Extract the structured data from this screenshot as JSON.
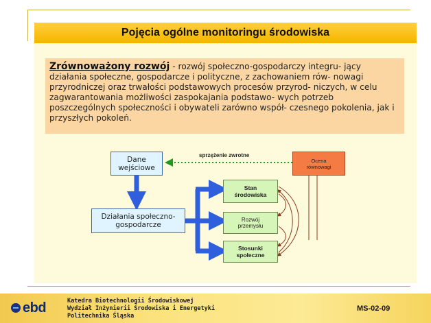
{
  "slide": {
    "title": "Pojęcia ogólne monitoringu środowiska",
    "definition": {
      "term": "Zrównoważony rozwój",
      "body": " - rozwój społeczno-gospodarczy integru- jący działania społeczne, gospodarcze i polityczne, z zachowaniem rów- nowagi przyrodniczej oraz trwałości podstawowych procesów przyrod- niczych, w celu zagwarantowania możliwości zaspokajania podstawo- wych potrzeb poszczególnych społeczności i obywateli zarówno współ- czesnego pokolenia, jak i przyszłych pokoleń."
    }
  },
  "diagram": {
    "input_line1": "Dane",
    "input_line2": "wejściowe",
    "actions_line1": "Działania społeczno-",
    "actions_line2": "gospodarcze",
    "state_line1": "Stan",
    "state_line2": "środowiska",
    "industry_line1": "Rozwój",
    "industry_line2": "przemysłu",
    "social_line1": "Stosunki",
    "social_line2": "społeczne",
    "evaluation_line1": "Ocena",
    "evaluation_line2": "równowagi",
    "feedback_label": "sprzężenie zwrotne"
  },
  "footer": {
    "logo_text": "ebd",
    "line1": "Katedra Biotechnologii Środowiskowej",
    "line2": "Wydział Inżynierii Środowiska i Energetyki",
    "line3": "Politechnika Śląska",
    "code": "MS-02-09"
  },
  "colors": {
    "title_bar": "#f5b400",
    "slide_background": "#fefbdc",
    "definition_background": "#fbd6a3",
    "input_box": "#dff4ff",
    "impact_box": "#d6f5b8",
    "evaluation_box": "#f57b45",
    "arrow_blue": "#2f5fdc",
    "feedback_green": "#1f9a1f",
    "curve_brown": "#8a3a1e"
  }
}
